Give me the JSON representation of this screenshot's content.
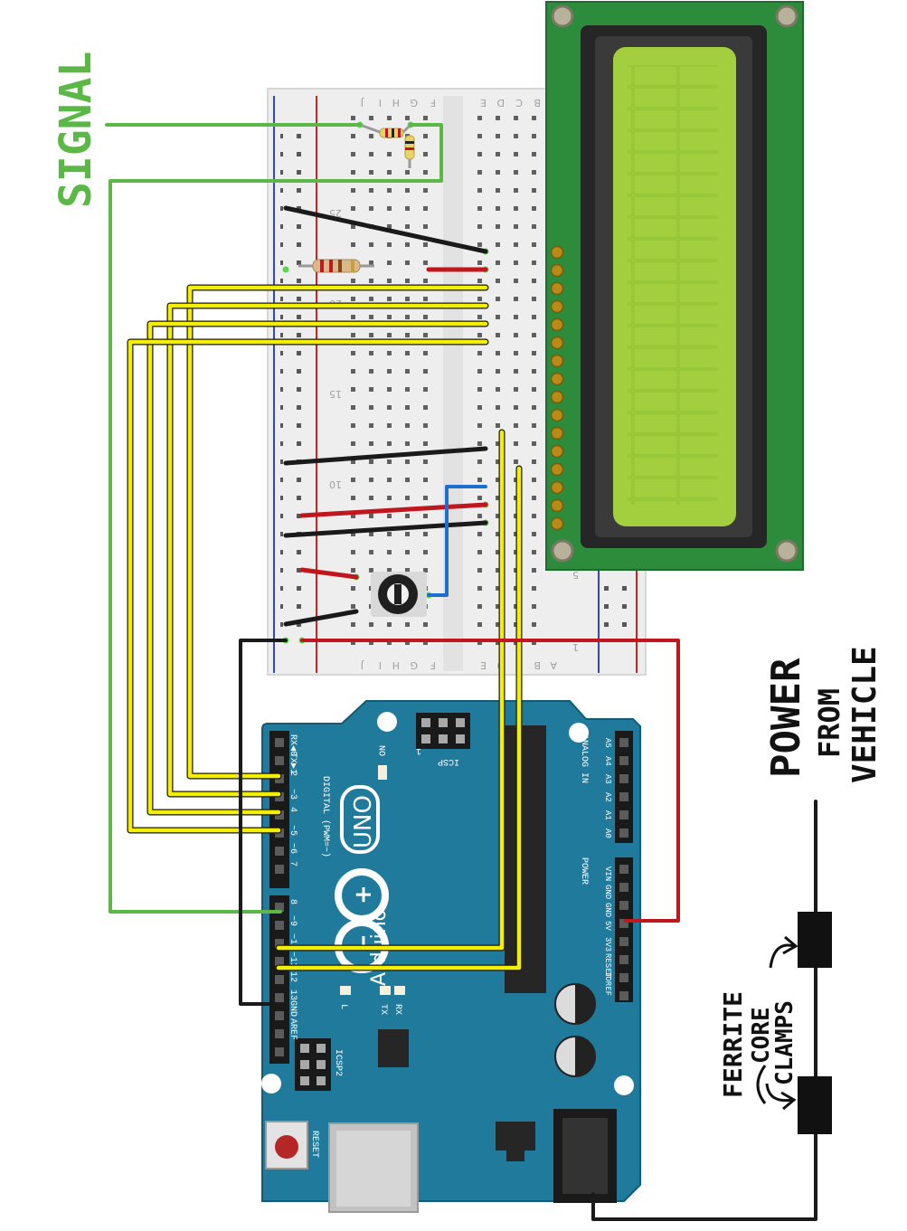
{
  "annotations": {
    "signal": "SIGNAL",
    "power_line1": "POWER",
    "power_line2": "FROM",
    "power_line3": "VEHICLE",
    "ferrite_line1": "FERRITE",
    "ferrite_line2": "CORE",
    "ferrite_line3": "CLAMPS"
  },
  "breadboard": {
    "row_letters_top": [
      "J",
      "I",
      "H",
      "G",
      "F",
      "E",
      "D",
      "C",
      "B",
      "A"
    ],
    "row_letters_bottom": [
      "J",
      "I",
      "H",
      "G",
      "F",
      "E",
      "D",
      "C",
      "B",
      "A"
    ],
    "column_numbers": [
      "25",
      "20",
      "15",
      "10",
      "5",
      "1"
    ]
  },
  "arduino": {
    "brand": "Arduino",
    "tm": "TM",
    "model": "UNO",
    "on_label": "ON",
    "icsp_label": "ICSP",
    "icsp2_label": "ICSP2",
    "icsp_pin1": "1",
    "reset_label": "RESET",
    "digital_label": "DIGITAL (PWM=~)",
    "analog_label": "ANALOG IN",
    "power_label": "POWER",
    "rx0": "RX◀0",
    "tx1": "TX▶1",
    "l_label": "L",
    "tx_label": "TX",
    "rx_label": "RX",
    "digital_pins": [
      "2",
      "~3",
      "4",
      "~5",
      "~6",
      "7",
      "8",
      "~9",
      "~10",
      "~11",
      "12",
      "13",
      "GND",
      "AREF"
    ],
    "power_pins": [
      "VIN",
      "GND",
      "GND",
      "5V",
      "3V3",
      "RESET",
      "IOREF"
    ],
    "analog_pins": [
      "A5",
      "A4",
      "A3",
      "A2",
      "A1",
      "A0"
    ]
  },
  "colors": {
    "signal_green": "#5bb846",
    "wire_yellow": "#f4ee00",
    "wire_red": "#c0161d",
    "wire_black": "#1a1a1a",
    "wire_blue": "#1f6fd1",
    "arduino_teal": "#1f7a9c",
    "lcd_pcb": "#2c8c3c",
    "lcd_screen": "#a3cf3f"
  }
}
